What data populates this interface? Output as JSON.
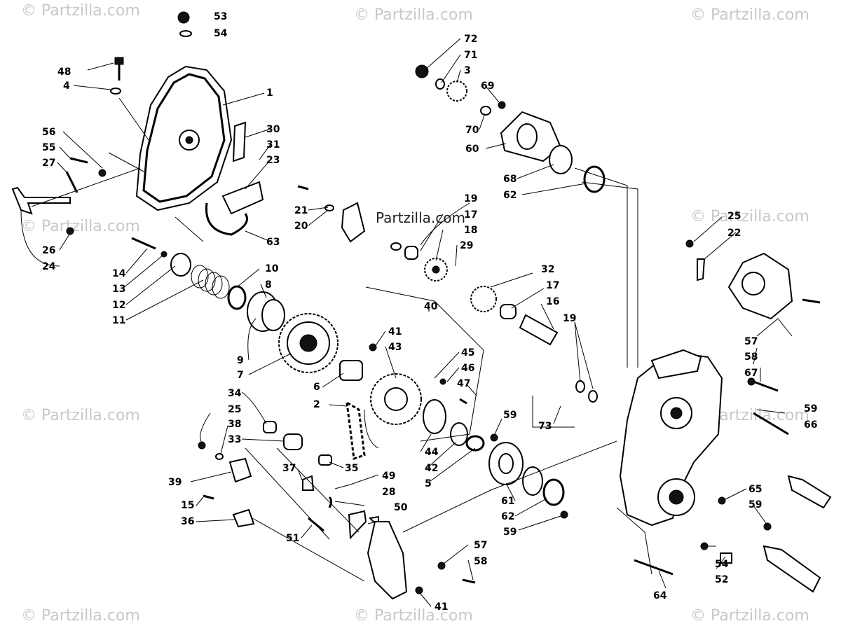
{
  "watermarks": [
    {
      "text": "© Partzilla.com"
    },
    {
      "text": "© Partzilla.com"
    },
    {
      "text": "© Partzilla.com"
    },
    {
      "text": "© Partzilla.com"
    },
    {
      "text": "© Partzilla.com"
    },
    {
      "text": "© Partzilla.com"
    },
    {
      "text": "© Partzilla.com"
    },
    {
      "text": "© Partzilla.com"
    },
    {
      "text": "© Partzilla.com"
    },
    {
      "text": "© Partzilla.com"
    }
  ],
  "center_mark": "Partzilla.com",
  "callouts": [
    "53",
    "54",
    "48",
    "4",
    "1",
    "30",
    "56",
    "55",
    "31",
    "27",
    "23",
    "26",
    "24",
    "63",
    "14",
    "13",
    "12",
    "11",
    "10",
    "8",
    "9",
    "7",
    "21",
    "20",
    "72",
    "71",
    "3",
    "69",
    "70",
    "60",
    "68",
    "62",
    "19",
    "17",
    "18",
    "29",
    "32",
    "17",
    "16",
    "19",
    "40",
    "41",
    "43",
    "45",
    "46",
    "47",
    "6",
    "2",
    "34",
    "25",
    "38",
    "33",
    "35",
    "39",
    "37",
    "49",
    "28",
    "50",
    "15",
    "36",
    "51",
    "44",
    "42",
    "5",
    "59",
    "61",
    "62",
    "59",
    "73",
    "25",
    "22",
    "57",
    "58",
    "67",
    "59",
    "66",
    "65",
    "59",
    "54",
    "52",
    "64",
    "57",
    "58",
    "41"
  ]
}
